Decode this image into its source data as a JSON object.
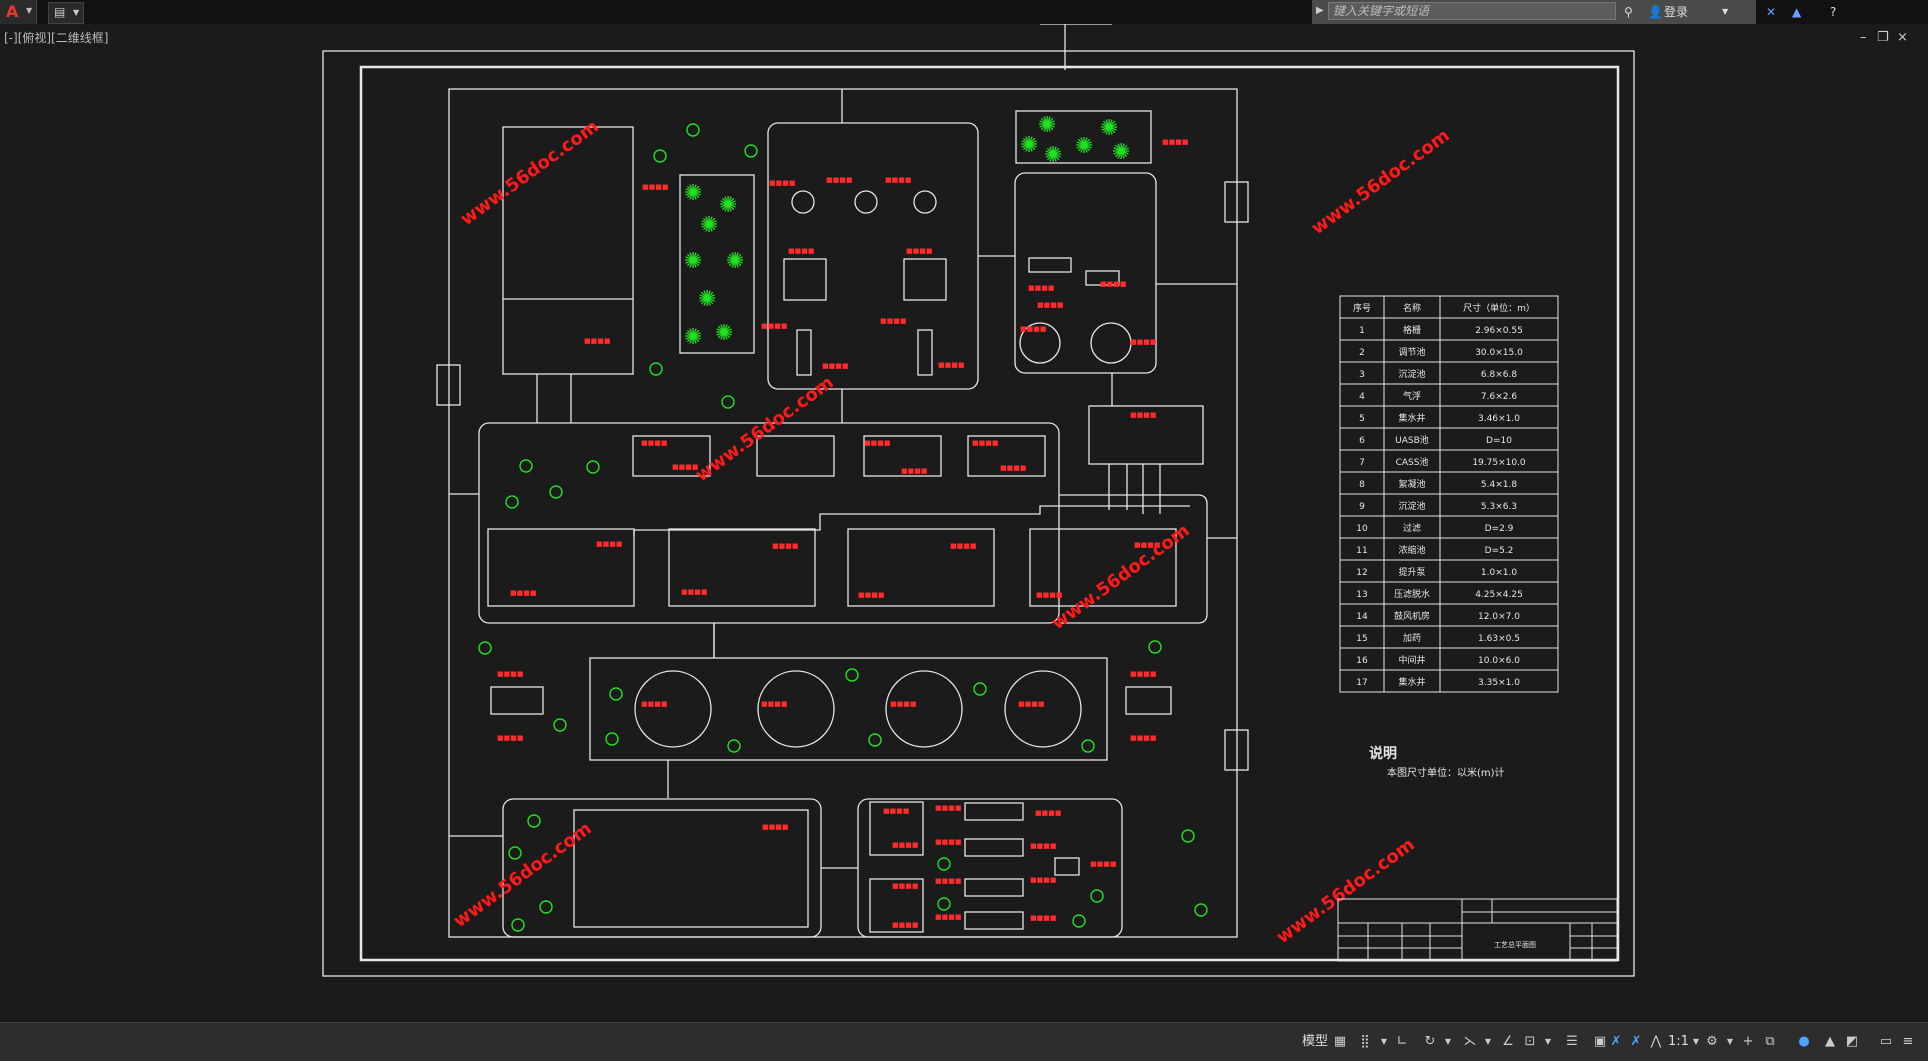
{
  "window": {
    "view_label": "[-][俯视][二维线框]",
    "minimize_icon": "minimize-icon",
    "restore_icon": "restore-icon",
    "close_icon": "close-icon"
  },
  "titlebar": {
    "search_placeholder": "键入关键字或短语",
    "login_label": "登录",
    "icons": [
      "autocad-logo-icon",
      "quick-access-icon",
      "binoculars-icon",
      "user-icon",
      "exchange-icon",
      "triangle-icon",
      "help-icon"
    ]
  },
  "drawing": {
    "watermark": "www.56doc.com",
    "notes_title": "说明",
    "notes_text": "本图尺寸单位：以米(m)计",
    "table_headers": [
      "序号",
      "名称",
      "尺寸（单位：m）"
    ],
    "table_rows": [
      [
        "1",
        "格栅",
        "2.96×0.55"
      ],
      [
        "2",
        "调节池",
        "30.0×15.0"
      ],
      [
        "3",
        "沉淀池",
        "6.8×6.8"
      ],
      [
        "4",
        "气浮",
        "7.6×2.6"
      ],
      [
        "5",
        "集水井",
        "3.46×1.0"
      ],
      [
        "6",
        "UASB池",
        "D=10"
      ],
      [
        "7",
        "CASS池",
        "19.75×10.0"
      ],
      [
        "8",
        "絮凝池",
        "5.4×1.8"
      ],
      [
        "9",
        "沉淀池",
        "5.3×6.3"
      ],
      [
        "10",
        "过滤",
        "D=2.9"
      ],
      [
        "11",
        "浓缩池",
        "D=5.2"
      ],
      [
        "12",
        "提升泵",
        "1.0×1.0"
      ],
      [
        "13",
        "压滤脱水",
        "4.25×4.25"
      ],
      [
        "14",
        "鼓风机房",
        "12.0×7.0"
      ],
      [
        "15",
        "加药",
        "1.63×0.5"
      ],
      [
        "16",
        "中间井",
        "10.0×6.0"
      ],
      [
        "17",
        "集水井",
        "3.35×1.0"
      ]
    ],
    "title_block_drawing_name": "工艺总平面图"
  },
  "statusbar": {
    "model_label": "模型",
    "scale_label": "1:1"
  },
  "colors": {
    "line": "#e6e6e6",
    "label_red": "#ff2a2a",
    "tree_green": "#22e022",
    "watermark_red": "#ff1a1a",
    "canvas": "#1b1b1b"
  }
}
